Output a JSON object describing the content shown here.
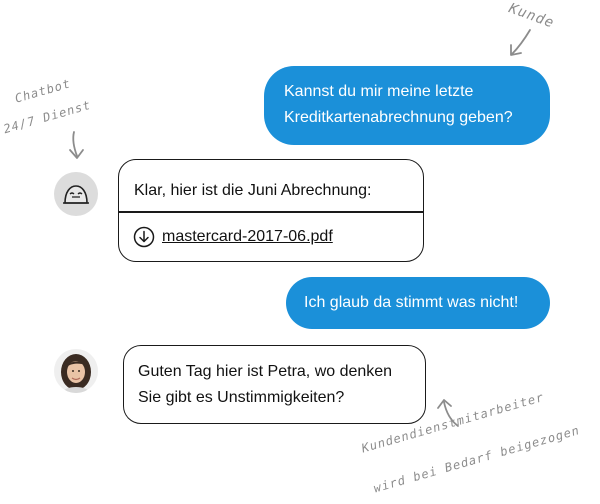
{
  "messages": [
    {
      "sender": "customer",
      "lines": [
        "Kannst du mir meine letzte",
        "Kreditkartenabrechnung geben?"
      ]
    },
    {
      "sender": "chatbot",
      "text": "Klar, hier ist die Juni Abrechnung:",
      "attachment": {
        "filename": "mastercard-2017-06.pdf",
        "icon": "download-circle-icon"
      }
    },
    {
      "sender": "customer",
      "text": "Ich glaub da stimmt was nicht!"
    },
    {
      "sender": "agent",
      "lines": [
        "Guten Tag hier ist Petra, wo denken",
        "Sie gibt es Unstimmigkeiten?"
      ]
    }
  ],
  "annotations": {
    "customer": "Kunde",
    "chatbot": [
      "Chatbot",
      "24/7 Dienst"
    ],
    "agent": [
      "Kundendienstmitarbeiter",
      "wird bei Bedarf beigezogen"
    ]
  },
  "colors": {
    "user_bubble": "#1b90d9",
    "bubble_border": "#1a1a1a",
    "annotation": "#8c8c8c"
  }
}
